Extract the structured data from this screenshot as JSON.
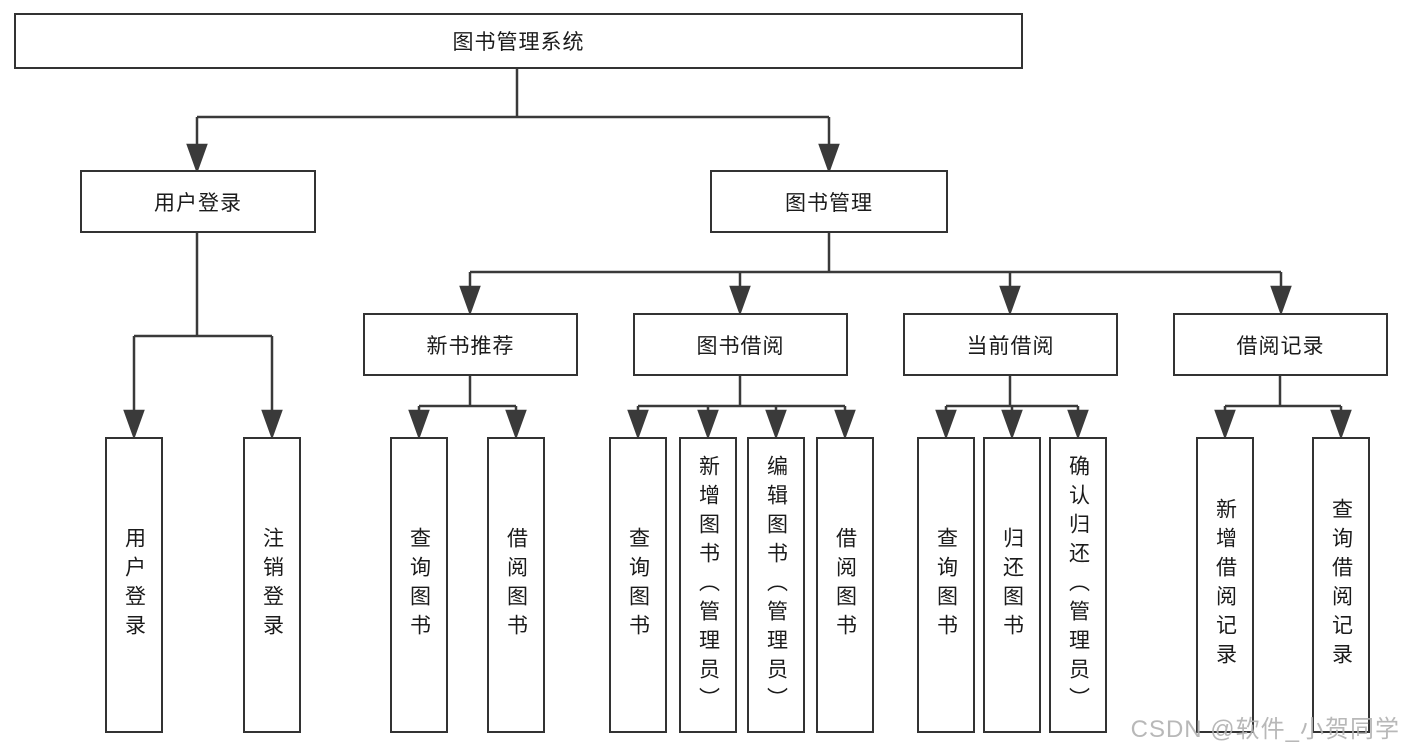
{
  "colors": {
    "line": "#3a3a3a",
    "box_border": "#333333",
    "text": "#1b1b1b",
    "background": "#ffffff",
    "watermark": "#b0b0b0"
  },
  "nodes": {
    "root": "图书管理系统",
    "user_login": "用户登录",
    "book_mgmt": "图书管理",
    "new_book_rec": "新书推荐",
    "book_borrow": "图书借阅",
    "current_borrow": "当前借阅",
    "borrow_record": "借阅记录",
    "leaf_user_login": "用户登录",
    "leaf_logout": "注销登录",
    "leaf_query_book_newrec": "查询图书",
    "leaf_borrow_book_newrec": "借阅图书",
    "leaf_query_book_borrow": "查询图书",
    "leaf_add_book_admin": "新增图书（管理员）",
    "leaf_edit_book_admin": "编辑图书（管理员）",
    "leaf_borrow_book_borrow": "借阅图书",
    "leaf_query_book_current": "查询图书",
    "leaf_return_book": "归还图书",
    "leaf_confirm_return_admin": "确认归还（管理员）",
    "leaf_add_borrow_record": "新增借阅记录",
    "leaf_query_borrow_record": "查询借阅记录"
  },
  "watermark": {
    "text": "CSDN @软件_小贺同学"
  }
}
